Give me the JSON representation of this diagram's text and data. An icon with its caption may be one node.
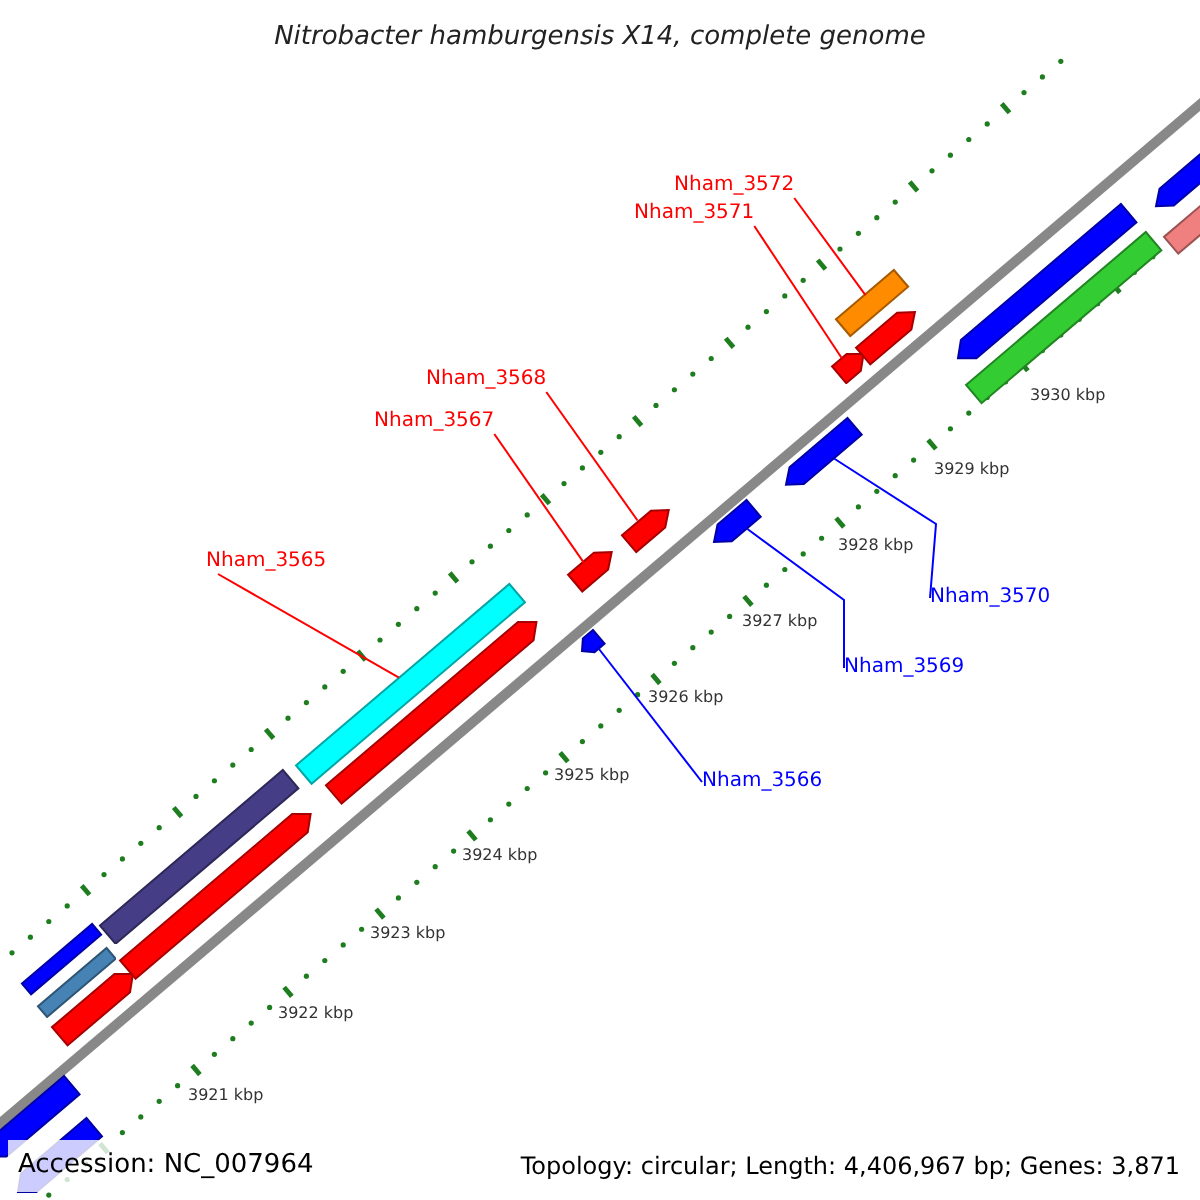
{
  "diagram": {
    "title": "Nitrobacter hamburgensis X14, complete genome",
    "nodes": [
      {
        "text": [
          "Nham_3565"
        ]
      },
      {
        "text": [
          "Nham_3566"
        ]
      },
      {
        "text": [
          "Nham_3567"
        ]
      },
      {
        "text": [
          "Nham_3568"
        ]
      },
      {
        "text": [
          "Nham_3569"
        ]
      },
      {
        "text": [
          "Nham_3570"
        ]
      },
      {
        "text": [
          "Nham_3571"
        ]
      },
      {
        "text": [
          "Nham_3572"
        ]
      },
      {
        "text": [],
        "shape": "bar"
      },
      {
        "text": [],
        "shape": "bar"
      },
      {
        "text": [],
        "shape": "bar"
      },
      {
        "text": [],
        "shape": "bar"
      },
      {
        "text": [],
        "shape": "bar"
      },
      {
        "text": [],
        "shape": "bar"
      },
      {
        "text": [],
        "shape": "bar"
      },
      {
        "text": [],
        "shape": "bar"
      },
      {
        "text": [],
        "shape": "bar"
      },
      {
        "text": [],
        "shape": "bar"
      },
      {
        "text": [],
        "shape": "bar"
      },
      {
        "text": [],
        "shape": "bar"
      },
      {
        "text": [],
        "shape": "bar"
      },
      {
        "text": [],
        "shape": "bar"
      },
      {
        "text": [],
        "shape": "bar"
      },
      {
        "text": [],
        "shape": "bar"
      },
      {
        "text": [],
        "shape": "bar"
      },
      {
        "text": [],
        "shape": "bar"
      },
      {
        "text": [],
        "shape": "bar"
      },
      {
        "text": [],
        "shape": "bar"
      },
      {
        "text": [],
        "shape": "bar"
      }
    ],
    "edges": [
      {
        "from": 0,
        "to": 15,
        "arrow": "none"
      },
      {
        "from": 1,
        "to": 17,
        "arrow": "none",
        "color": "#0000ff"
      },
      {
        "from": 2,
        "to": 18,
        "arrow": "none"
      },
      {
        "from": 3,
        "to": 19,
        "arrow": "none"
      },
      {
        "from": 4,
        "to": 20,
        "arrow": "none",
        "color": "#0000ff"
      },
      {
        "from": 5,
        "to": 21,
        "arrow": "none",
        "color": "#0000ff"
      },
      {
        "from": 6,
        "to": 22,
        "arrow": "none"
      },
      {
        "from": 7,
        "to": 23,
        "arrow": "none"
      }
    ],
    "labels": [
      "3930 kbp",
      "3929 kbp",
      "3928 kbp",
      "3927 kbp",
      "3926 kbp",
      "3925 kbp",
      "3924 kbp",
      "3923 kbp",
      "3922 kbp",
      "3921 kbp",
      "Accession: NC_007964",
      "Topology: circular; Length: 4,406,967 bp; Genes: 3,871"
    ]
  }
}
